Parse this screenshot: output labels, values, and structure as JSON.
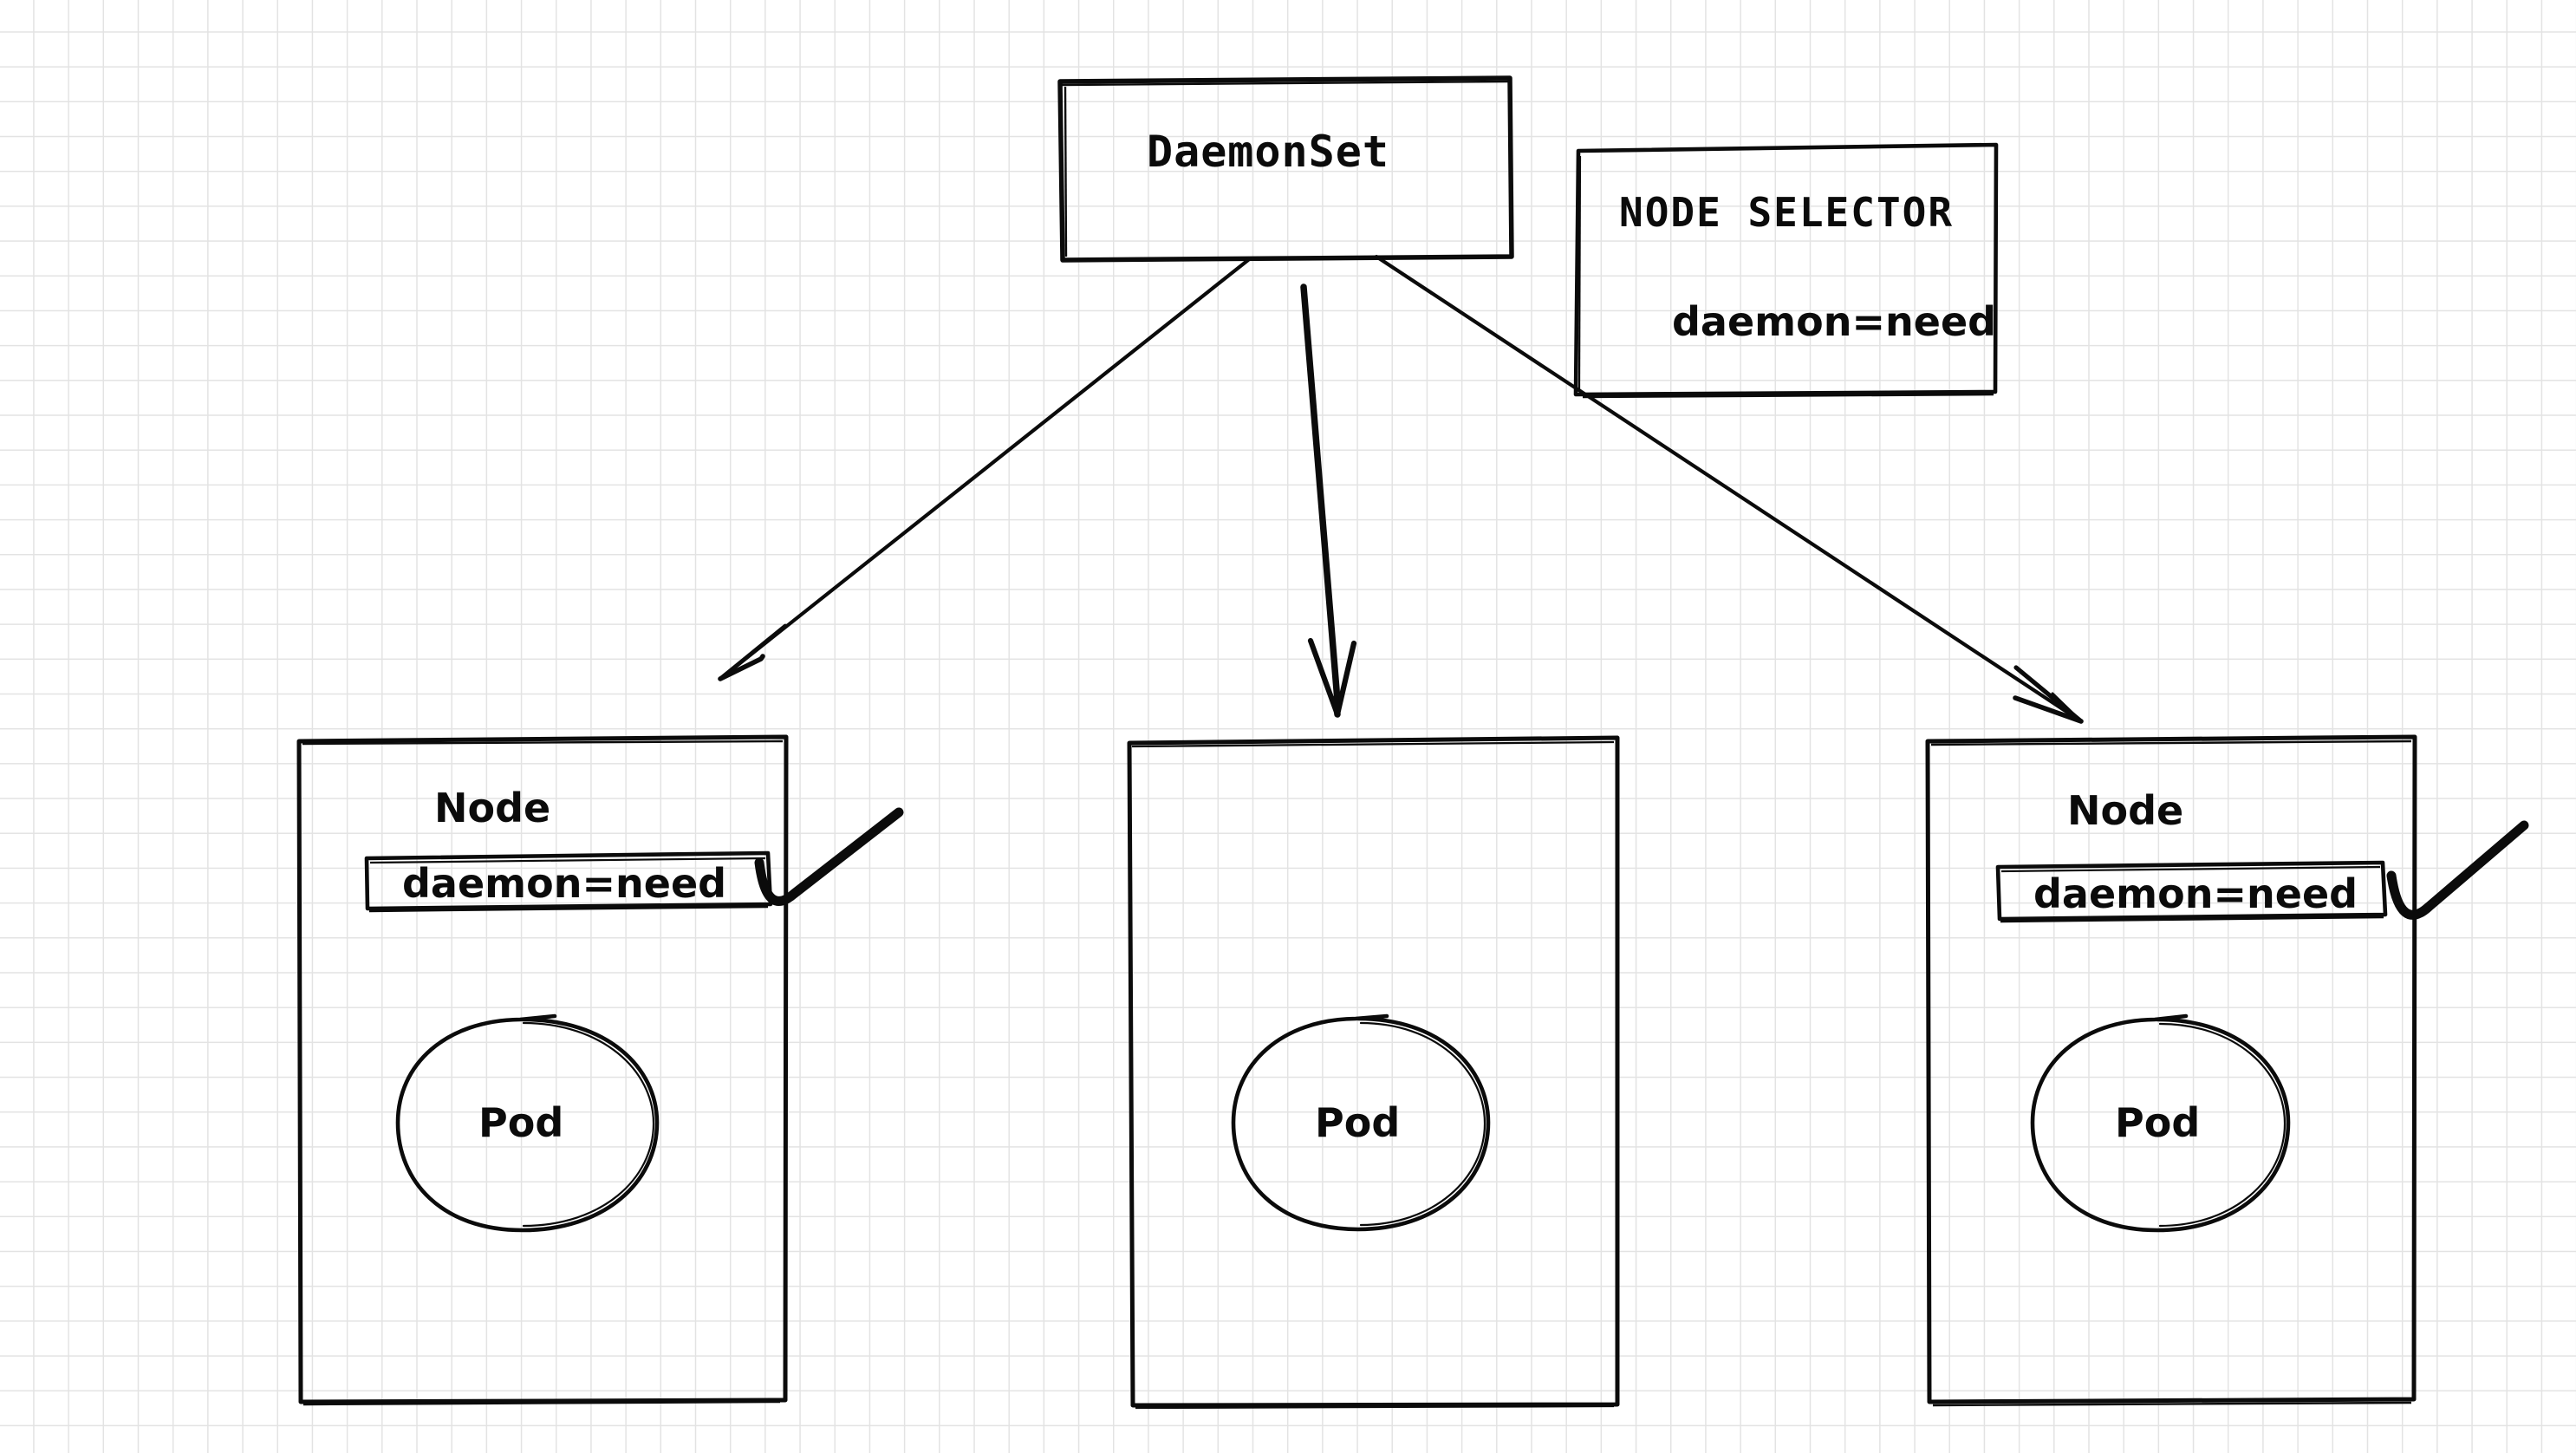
{
  "diagram": {
    "title": "DaemonSet node selector scheduling diagram",
    "background": "#ffffff",
    "grid_color": "#e3e3e3",
    "ink_color": "#0b0b0b"
  },
  "daemonset_box": {
    "label": "DaemonSet"
  },
  "node_selector_box": {
    "heading": "NODE SELECTOR",
    "value": "daemon=need"
  },
  "nodes": [
    {
      "id": "node-left",
      "title": "Node",
      "label_tag": "daemon=need",
      "has_label_tag": true,
      "has_checkmark": true,
      "pod": "Pod"
    },
    {
      "id": "node-middle",
      "title": "",
      "label_tag": "",
      "has_label_tag": false,
      "has_checkmark": false,
      "pod": "Pod"
    },
    {
      "id": "node-right",
      "title": "Node",
      "label_tag": "daemon=need",
      "has_label_tag": true,
      "has_checkmark": true,
      "pod": "Pod"
    }
  ],
  "arrows": [
    {
      "id": "arrow-to-left-node",
      "from": "daemonset_box",
      "to": "node-left",
      "style": "thin"
    },
    {
      "id": "arrow-to-middle-node",
      "from": "daemonset_box",
      "to": "node-middle",
      "style": "thick"
    },
    {
      "id": "arrow-to-right-node",
      "from": "daemonset_box",
      "to": "node-right",
      "style": "thin"
    }
  ]
}
